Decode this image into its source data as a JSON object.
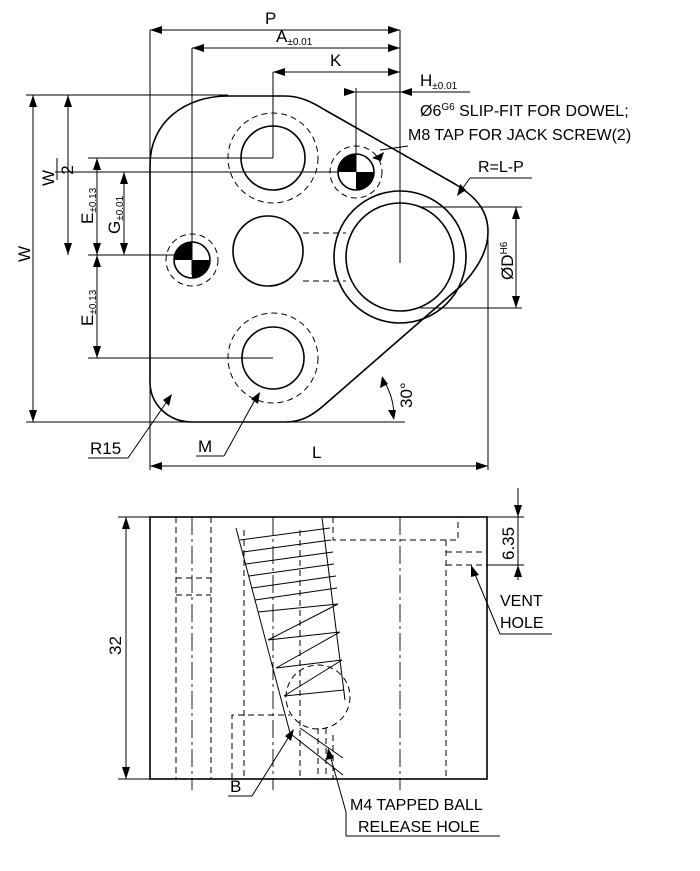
{
  "top_view": {
    "P": "P",
    "A": "A",
    "A_tol": "±0.01",
    "K": "K",
    "H": "H",
    "H_tol": "±0.01",
    "W": "W",
    "W_num": "W",
    "W_den": "2",
    "E": "E",
    "E_tol": "±0.13",
    "G": "G",
    "G_tol": "±0.01",
    "D": "ØD",
    "D_fit": "H6",
    "R_note": "R=L-P",
    "dowel_prefix": "Ø6",
    "dowel_fit": "G6",
    "dowel_suffix": " SLIP-FIT FOR DOWEL;",
    "jack_screw": "M8 TAP FOR JACK SCREW(2)",
    "angle": "30°",
    "L": "L",
    "R15": "R15",
    "M": "M"
  },
  "section_view": {
    "height": "32",
    "depth": "6.35",
    "vent_line1": "VENT",
    "vent_line2": "HOLE",
    "B": "B",
    "release_line1": "M4 TAPPED BALL",
    "release_line2": "RELEASE HOLE"
  }
}
